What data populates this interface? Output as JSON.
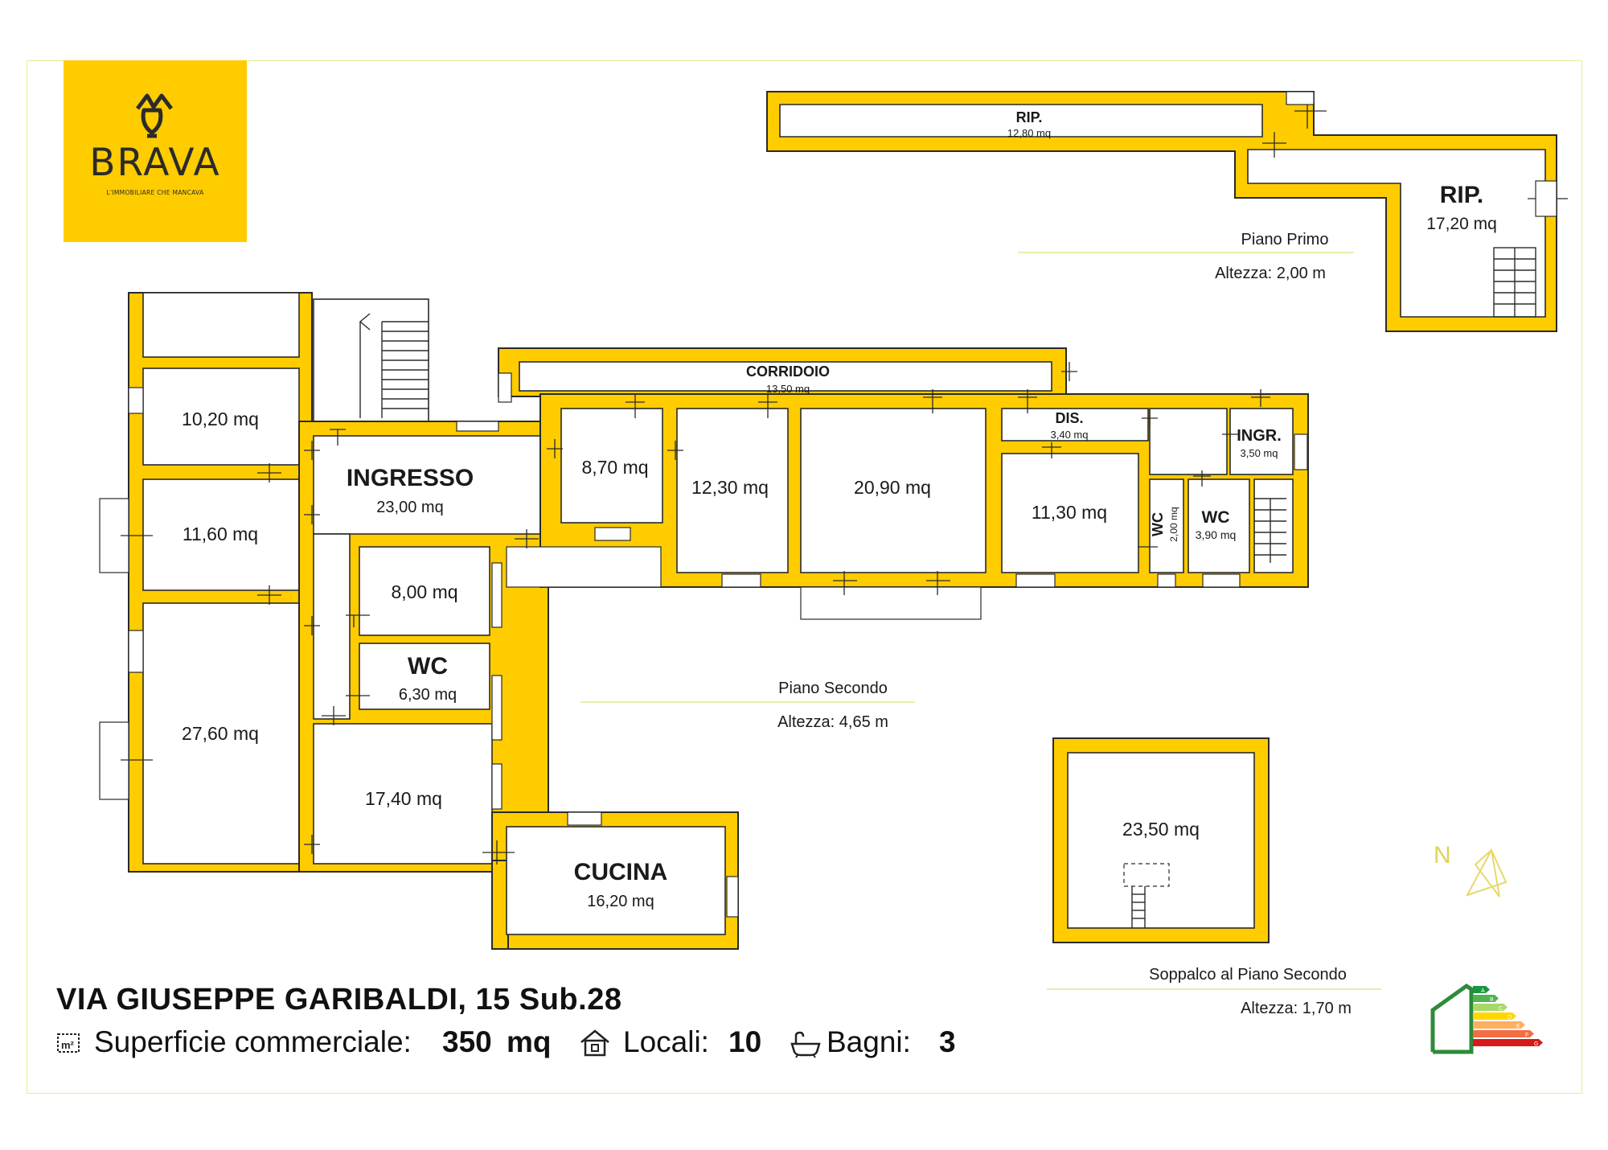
{
  "logo": {
    "brand": "BRAVA",
    "tagline": "L'IMMOBILIARE CHE MANCAVA"
  },
  "rooms": {
    "r10_20": "10,20 mq",
    "r11_60": "11,60 mq",
    "r27_60": "27,60 mq",
    "ingresso_name": "INGRESSO",
    "ingresso_area": "23,00 mq",
    "r8_00": "8,00 mq",
    "wc1_name": "WC",
    "wc1_area": "6,30 mq",
    "r17_40": "17,40 mq",
    "cucina_name": "CUCINA",
    "cucina_area": "16,20 mq",
    "r8_70": "8,70 mq",
    "r12_30": "12,30 mq",
    "r20_90": "20,90 mq",
    "corridoio_name": "CORRIDOIO",
    "corridoio_area": "13,50 mq",
    "dis_name": "DIS.",
    "dis_area": "3,40 mq",
    "r11_30": "11,30 mq",
    "wc2_name": "WC",
    "wc2_area": "2,00 mq",
    "wc3_name": "WC",
    "wc3_area": "3,90 mq",
    "ingr_name": "INGR.",
    "ingr_area": "3,50 mq",
    "rip1_name": "RIP.",
    "rip1_area": "12,80 mq",
    "rip2_name": "RIP.",
    "rip2_area": "17,20 mq",
    "soppalco_area": "23,50 mq"
  },
  "floors": {
    "primo_name": "Piano Primo",
    "primo_height": "Altezza: 2,00 m",
    "secondo_name": "Piano Secondo",
    "secondo_height": "Altezza: 4,65 m",
    "soppalco_name": "Soppalco al Piano Secondo",
    "soppalco_height": "Altezza: 1,70 m"
  },
  "compass": {
    "letter": "N"
  },
  "energy": {
    "classes": [
      "A",
      "B",
      "C",
      "D",
      "E",
      "F",
      "G"
    ],
    "colors": [
      "#1a9641",
      "#52b151",
      "#a6d96a",
      "#ffd700",
      "#fdae61",
      "#f46d43",
      "#d7191c"
    ]
  },
  "property": {
    "address": "VIA GIUSEPPE GARIBALDI, 15 Sub.28",
    "surface_label": "Superficie commerciale:",
    "surface_value": "350",
    "surface_unit": "mq",
    "rooms_label": "Locali:",
    "rooms_value": "10",
    "baths_label": "Bagni:",
    "baths_value": "3"
  },
  "colors": {
    "wall": "#ffcc00",
    "outline": "#2a2a2a",
    "accent_line": "#e6ef8c"
  }
}
